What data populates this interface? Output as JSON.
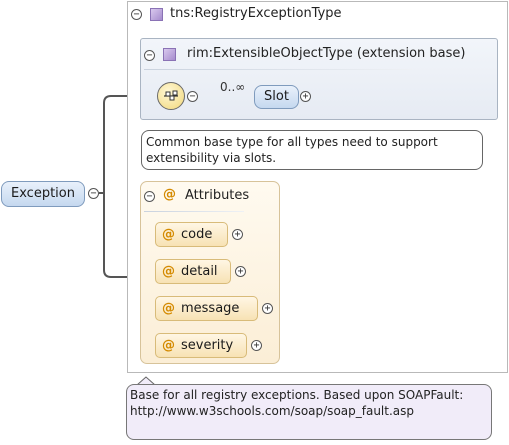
{
  "root_element": {
    "label": "Exception"
  },
  "outer_type": {
    "title": "tns:RegistryExceptionType"
  },
  "base_type": {
    "title": "rim:ExtensibleObjectType (extension base)"
  },
  "slot": {
    "label": "Slot",
    "occurrence": "0..∞"
  },
  "base_note": {
    "text": "Common base type for all types need to support extensibility via slots."
  },
  "attributes": {
    "title": "Attributes",
    "items": [
      {
        "name": "code"
      },
      {
        "name": "detail"
      },
      {
        "name": "message"
      },
      {
        "name": "severity"
      }
    ]
  },
  "type_note": {
    "text": "Base for all registry exceptions. Based upon SOAPFault: http://www.w3schools.com/soap/soap_fault.asp"
  },
  "symbols": {
    "collapse": "−",
    "expand": "+",
    "attribute": "@"
  },
  "colors": {
    "element_fill": "#c5d8ef",
    "attribute_fill": "#f7e2b4",
    "type_icon": "#a68ccd",
    "connector": "#555555"
  },
  "icons": {
    "type": "complex-type-icon",
    "sequence": "sequence-compositor-icon"
  }
}
